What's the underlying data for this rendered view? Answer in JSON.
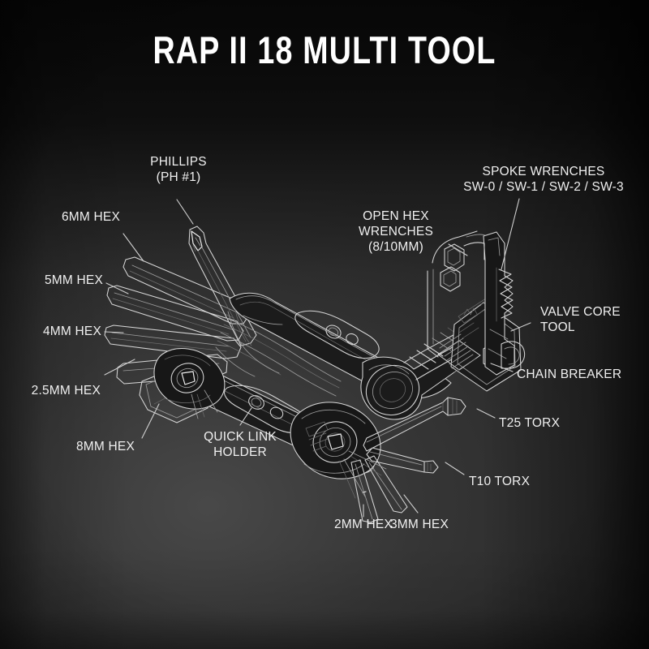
{
  "title": "RAP II 18 MULTI TOOL",
  "product": {
    "name": "RAP II 18 MULTI TOOL",
    "illustration": "exploded white line-art drawing of a folding bicycle multi-tool"
  },
  "colors": {
    "background_dark": "#0b0b0b",
    "background_mid": "#2a2a2a",
    "line": "#d7d7d7",
    "text": "#f0f0f0",
    "title": "#ffffff"
  },
  "callouts": [
    {
      "id": "phillips",
      "label": "PHILLIPS",
      "label2": "(PH #1)",
      "align": "center"
    },
    {
      "id": "hex-6mm",
      "label": "6MM HEX",
      "label2": "",
      "align": "right"
    },
    {
      "id": "hex-5mm",
      "label": "5MM HEX",
      "label2": "",
      "align": "right"
    },
    {
      "id": "hex-4mm",
      "label": "4MM HEX",
      "label2": "",
      "align": "right"
    },
    {
      "id": "hex-25mm",
      "label": "2.5MM HEX",
      "label2": "",
      "align": "right"
    },
    {
      "id": "hex-8mm",
      "label": "8MM HEX",
      "label2": "",
      "align": "right"
    },
    {
      "id": "quick-link",
      "label": "QUICK LINK",
      "label2": "HOLDER",
      "align": "center"
    },
    {
      "id": "hex-2mm",
      "label": "2MM HEX",
      "label2": "",
      "align": "center"
    },
    {
      "id": "hex-3mm",
      "label": "3MM HEX",
      "label2": "",
      "align": "center"
    },
    {
      "id": "torx-t10",
      "label": "T10 TORX",
      "label2": "",
      "align": "left"
    },
    {
      "id": "torx-t25",
      "label": "T25 TORX",
      "label2": "",
      "align": "left"
    },
    {
      "id": "chain-breaker",
      "label": "CHAIN BREAKER",
      "label2": "",
      "align": "left"
    },
    {
      "id": "valve-core",
      "label": "VALVE CORE",
      "label2": "TOOL",
      "align": "left"
    },
    {
      "id": "spoke",
      "label": "SPOKE WRENCHES",
      "label2": "SW-0 / SW-1 / SW-2 / SW-3",
      "align": "center"
    },
    {
      "id": "open-hex",
      "label": "OPEN HEX",
      "label2": "WRENCHES",
      "label3": "(8/10MM)",
      "align": "center"
    }
  ]
}
